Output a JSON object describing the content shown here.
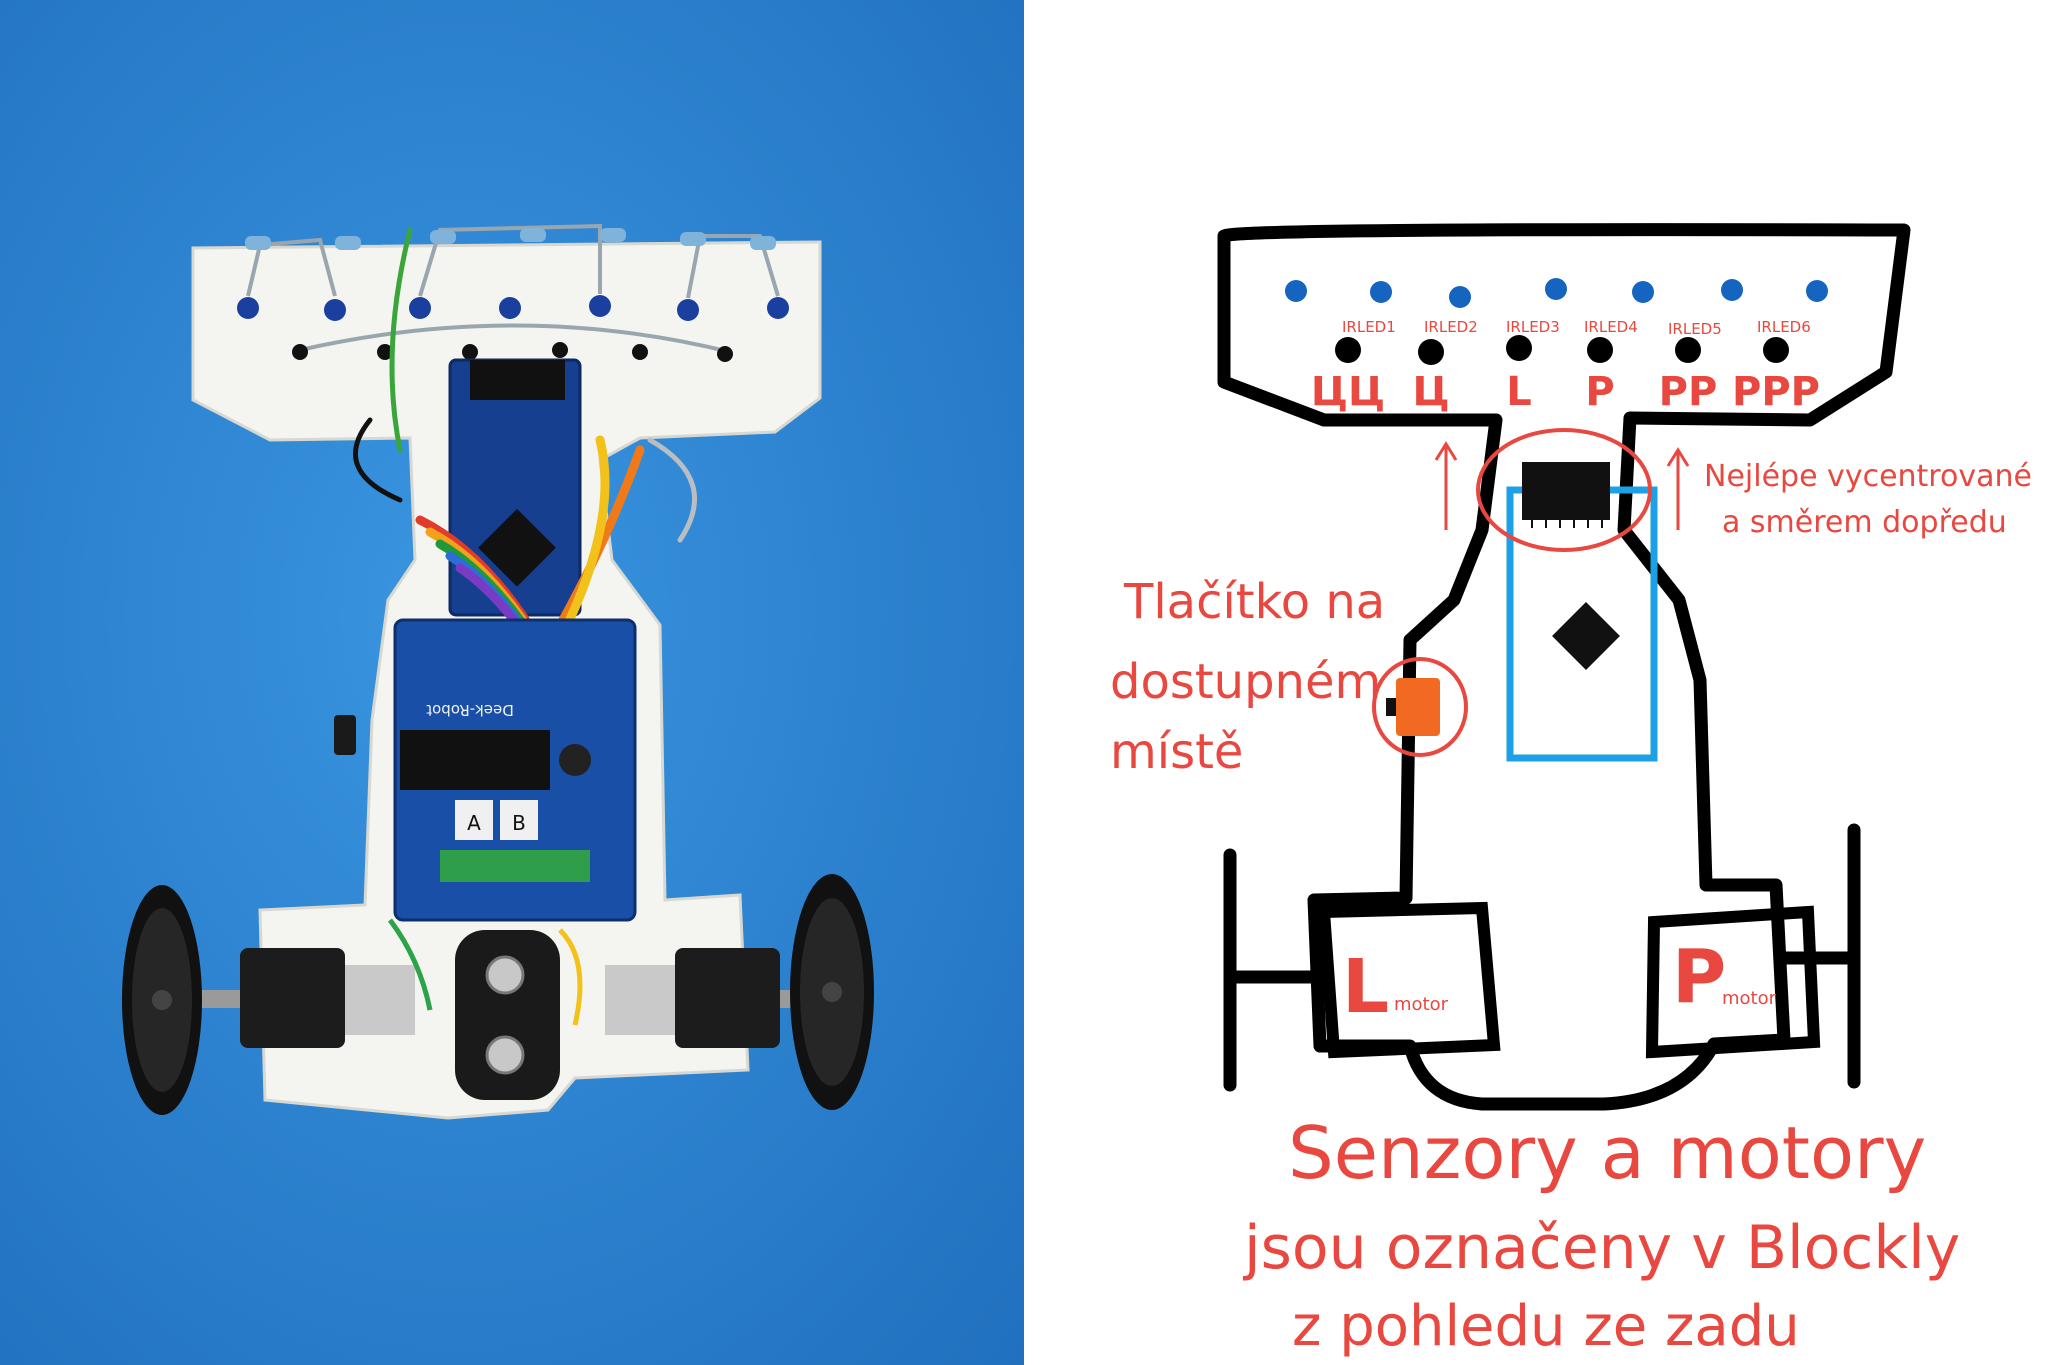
{
  "photo": {
    "board_silkscreen": "Deek-Robot",
    "channel_a": "A",
    "channel_b": "B"
  },
  "sketch": {
    "sensors": [
      {
        "id": "IRLED1",
        "label": "ЦЦ"
      },
      {
        "id": "IRLED2",
        "label": "Ц"
      },
      {
        "id": "IRLED3",
        "label": "L"
      },
      {
        "id": "IRLED4",
        "label": "P"
      },
      {
        "id": "IRLED5",
        "label": "PP"
      },
      {
        "id": "IRLED6",
        "label": "PPP"
      }
    ],
    "motor_left": {
      "letter": "L",
      "sub": "motor"
    },
    "motor_right": {
      "letter": "P",
      "sub": "motor"
    },
    "note_center": [
      "Nejlépe vycentrované",
      "a směrem dopředu"
    ],
    "note_button": [
      "Tlačítko na",
      "dostupném",
      "místě"
    ],
    "note_bottom": [
      "Senzory a motory",
      "jsou označeny v Blockly",
      "z pohledu ze zadu"
    ]
  },
  "colors": {
    "photo_bg": "#2f86d4",
    "ink": "#000000",
    "red_note": "#e8483f",
    "led_blue": "#1565c0",
    "arduino_outline": "#1ea0e6",
    "button_orange": "#f26a22"
  }
}
